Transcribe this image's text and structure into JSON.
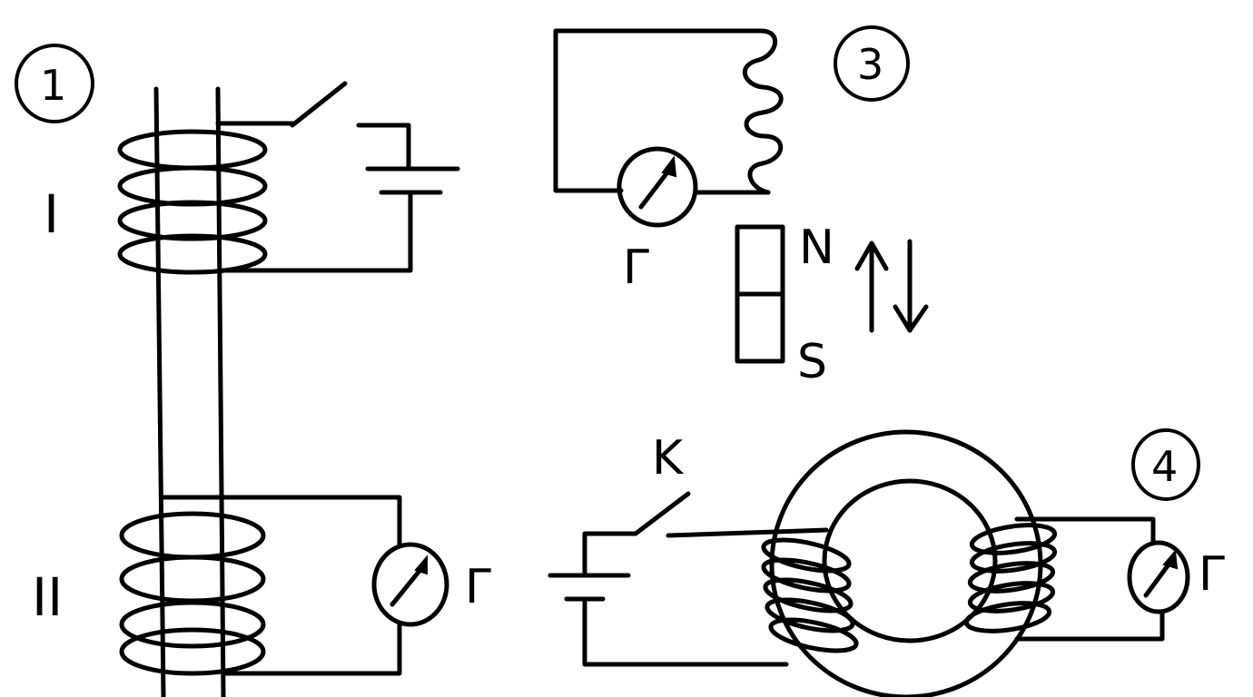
{
  "diagrams": {
    "d1": {
      "number": "1",
      "coil_top_label": "I",
      "coil_bottom_label": "II",
      "galvanometer_label": "Г"
    },
    "d3": {
      "number": "3",
      "galvanometer_label": "Г",
      "magnet_north": "N",
      "magnet_south": "S"
    },
    "d4": {
      "number": "4",
      "switch_label": "K",
      "galvanometer_label": "Г"
    }
  },
  "colors": {
    "ink": "#000000",
    "paper": "#ffffff"
  }
}
